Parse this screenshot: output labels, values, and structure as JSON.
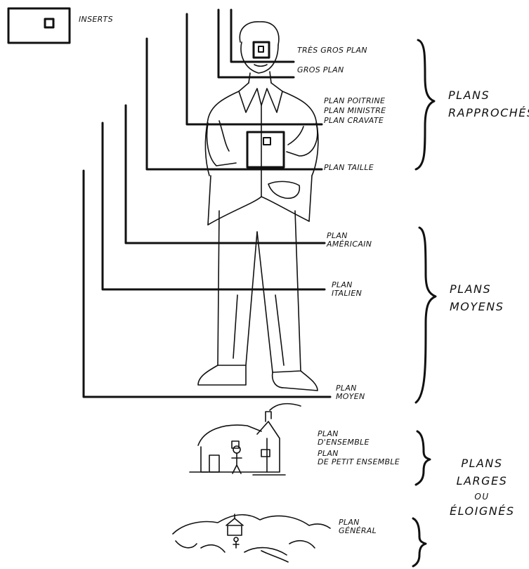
{
  "inserts": {
    "label": "Inserts"
  },
  "shots": {
    "tres_gros_plan": "Très gros plan",
    "gros_plan": "Gros plan",
    "plan_poitrine": "Plan poitrine",
    "plan_ministre": "Plan ministre",
    "plan_cravate": "Plan cravate",
    "plan_taille": "Plan taille",
    "plan_americain": [
      "Plan",
      "Américain"
    ],
    "plan_italien": [
      "Plan",
      "Italien"
    ],
    "plan_moyen": [
      "Plan",
      "Moyen"
    ],
    "plan_ensemble": [
      "Plan",
      "d'ensemble"
    ],
    "plan_petit_ensemble": [
      "Plan",
      "de petit ensemble"
    ],
    "plan_general": [
      "Plan",
      "Général"
    ]
  },
  "groups": {
    "rapproches": [
      "Plans",
      "rapprochés"
    ],
    "moyens": [
      "Plans",
      "moyens"
    ],
    "larges": [
      "Plans",
      "larges",
      "ou",
      "éloignés"
    ]
  }
}
